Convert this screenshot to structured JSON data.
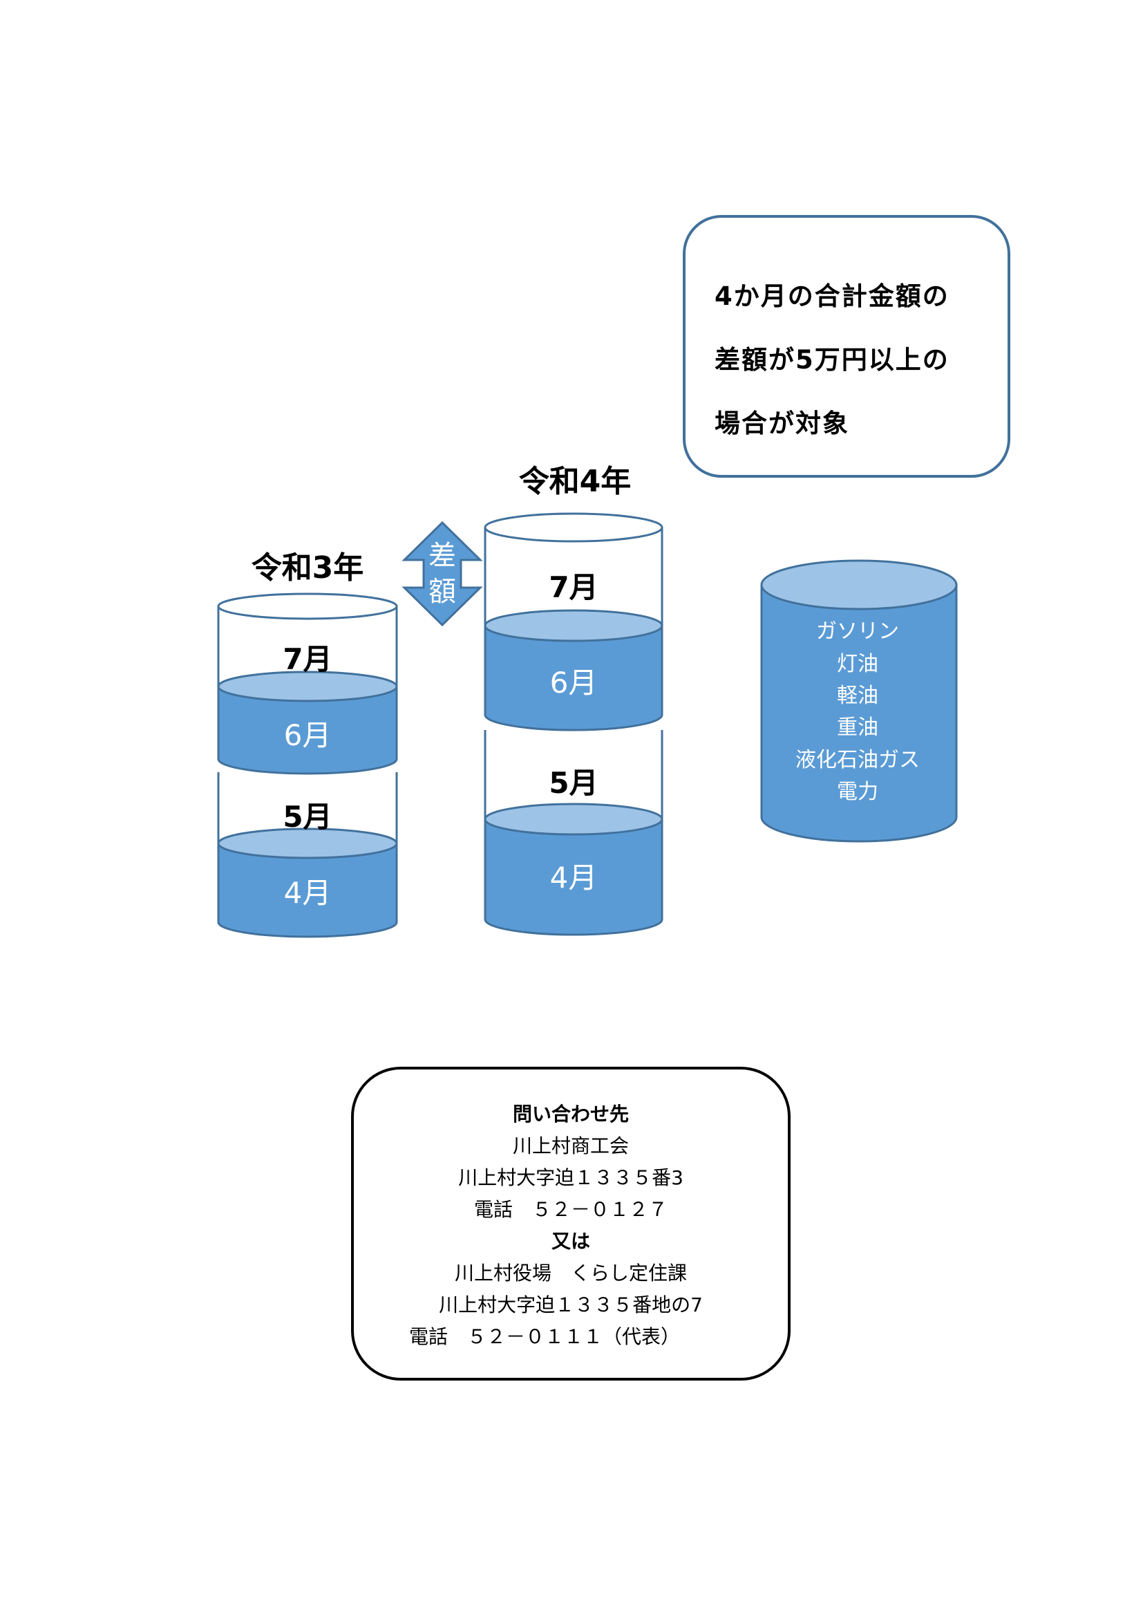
{
  "diagram": {
    "year_r3": "令和3年",
    "year_r4": "令和4年",
    "sagaku_arrow": [
      "差",
      "額"
    ],
    "months": {
      "m7": "7月",
      "m6": "6月",
      "m5": "5月",
      "m4": "4月"
    },
    "fuel_items": [
      "ガソリン",
      "灯油",
      "軽油",
      "重油",
      "液化石油ガス",
      "電力"
    ],
    "colors": {
      "fill": "#5b9bd5",
      "fill_top": "#9dc3e6",
      "stroke": "#41719c"
    }
  },
  "condition": {
    "lines": [
      "4か月の合計金額の",
      "差額が5万円以上の",
      "場合が対象"
    ]
  },
  "contact": {
    "heading": "問い合わせ先",
    "org1_name": "川上村商工会",
    "org1_address": "川上村大字迫１３３５番3",
    "org1_phone": "電話　５２－０１２７",
    "or": "又は",
    "org2_name": "川上村役場　くらし定住課",
    "org2_address": "川上村大字迫１３３５番地の7",
    "org2_phone": "電話　５２－０１１１（代表）"
  }
}
